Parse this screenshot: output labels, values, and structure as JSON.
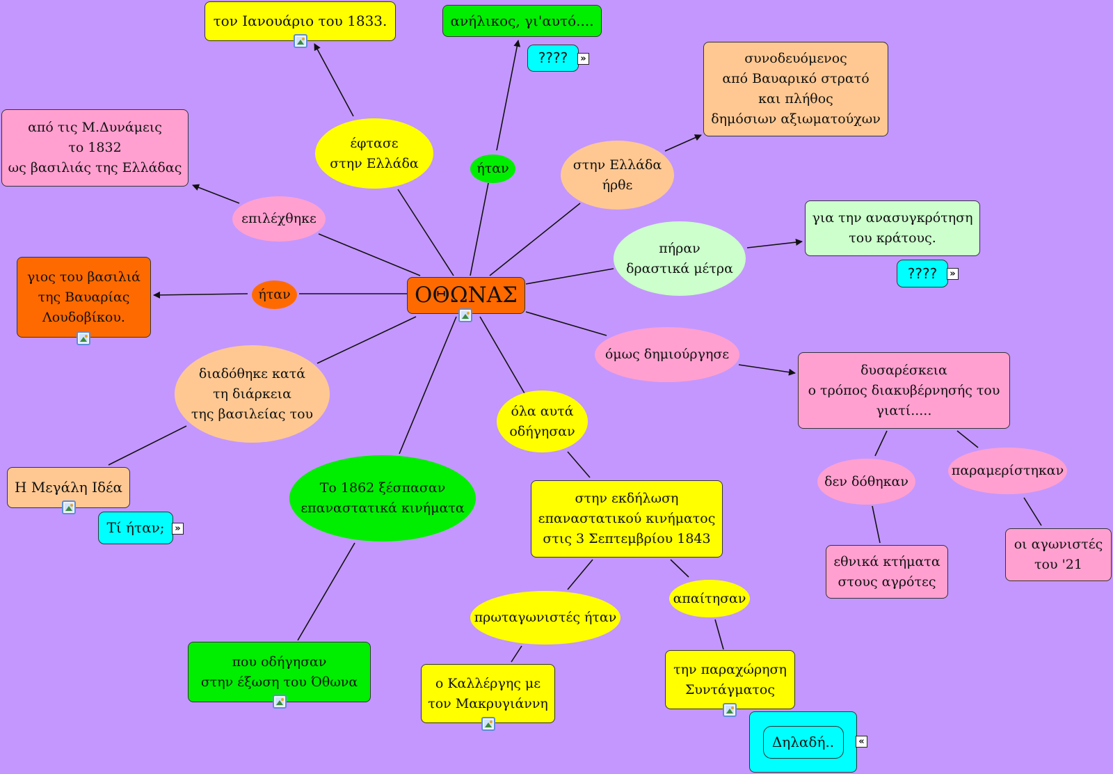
{
  "colors": {
    "background": "#c497fe",
    "orange": "#ff6a00",
    "peach": "#ffc892",
    "yellow": "#ffff00",
    "green": "#00ee00",
    "pink": "#ffa0d0",
    "light_green": "#ccffcc",
    "cyan": "#00ffff"
  },
  "center": {
    "label": "ΟΘΩΝΑΣ"
  },
  "nodes": {
    "january": "τον Ιανουάριο του 1833.",
    "arrived": "έφτασε\nστην Ελλάδα",
    "minor": "ανήλικος, γι'αυτό....",
    "q1": "????",
    "was1": "ήταν",
    "came": "στην Ελλάδα\nήρθε",
    "escort": "συνοδευόμενος\nαπό Βαυαρικό στρατό\nκαι πλήθος\nδημόσιων αξιωματούχων",
    "powers": "από τις Μ.Δυνάμεις\nτο 1832\nως βασιλιάς της Ελλάδας",
    "chosen": "επιλέχθηκε",
    "measures": "πήραν\nδραστικά μέτρα",
    "reconstruction": "για την ανασυγκρότηση\nτου κράτους.",
    "q2": "????",
    "son": "γιος του βασιλιά\nτης Βαυαρίας\nΛουδοβίκου.",
    "was2": "ήταν",
    "however": "όμως δημιούργησε",
    "discontent": "δυσαρέσκεια\nο τρόπος διακυβέρνησής του\nγιατί.....",
    "spread": "διαδόθηκε κατά\nτη διάρκεια\nτης βασιλείας του",
    "led_all": "όλα αυτά\nοδήγησαν",
    "not_given": "δεν δόθηκαν",
    "sidelined": "παραμερίστηκαν",
    "megali": "Η Μεγάλη Ιδέα",
    "what": "Τί ήταν;",
    "revolt1862": "Το 1862 ξέσπασαν\nεπαναστατικά κινήματα",
    "revolt1843": "στην εκδήλωση\nεπαναστατικού κινήματος\nστις 3 Σεπτεμβρίου 1843",
    "lands": "εθνικά κτήματα\nστους αγρότες",
    "fighters": "οι αγωνιστές\nτου '21",
    "leaders": "πρωταγωνιστές ήταν",
    "demanded": "απαίτησαν",
    "exile": "που οδήγησαν\nστην έξωση του Όθωνα",
    "kallergis": "ο Καλλέργης με\nτον Μακρυγιάννη",
    "constitution": "την παραχώρηση\nΣυντάγματος",
    "meaning": "Δηλαδή.."
  },
  "icons": {
    "resource": "image-resource-icon",
    "forward": "forward-icon",
    "back": "back-icon"
  }
}
